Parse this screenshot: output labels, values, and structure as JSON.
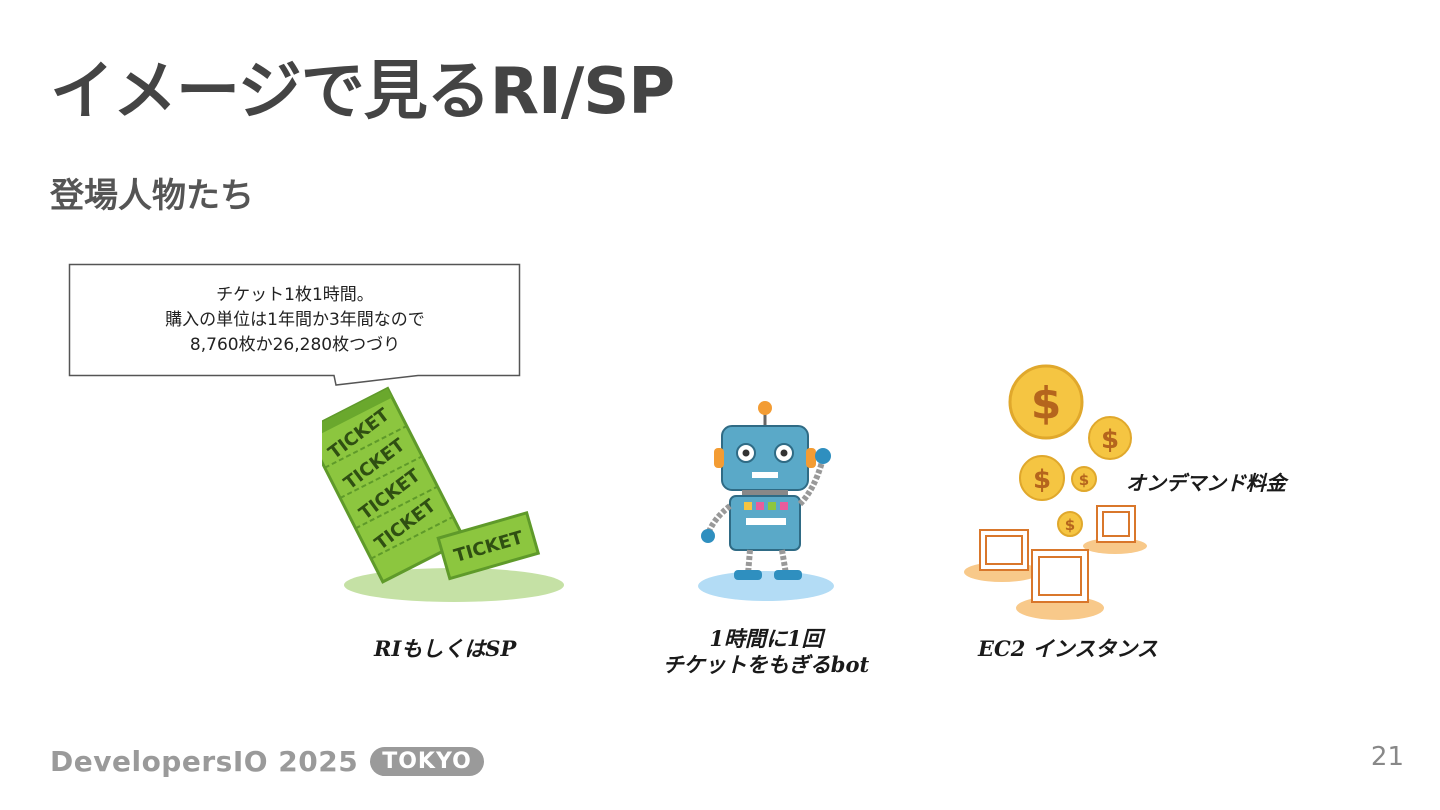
{
  "title": "イメージで見るRI/SP",
  "subtitle": "登場人物たち",
  "bubble": {
    "lines": [
      "チケット1枚1時間。",
      "購入の単位は1年間か3年間なので",
      "8,760枚か26,280枚つづり"
    ]
  },
  "illustrations": {
    "tickets": {
      "ticket_label": "TICKET",
      "caption": "RIもしくはSP",
      "icon": "ticket-stack-icon",
      "color": "#8cc63f"
    },
    "robot": {
      "caption_lines": [
        "1時間に1回",
        "チケットをもぎるbot"
      ],
      "icon": "robot-icon",
      "color": "#5aa9c8"
    },
    "ec2": {
      "label": "オンデマンド料金",
      "caption": "EC2 インスタンス",
      "icon": "coins-and-chips-icon",
      "color": "#f0b323"
    }
  },
  "footer": {
    "brand": "DevelopersIO 2025",
    "badge": "TOKYO",
    "page_number": "21"
  }
}
